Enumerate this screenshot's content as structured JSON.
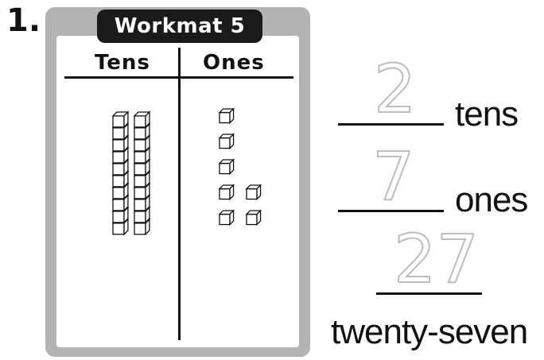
{
  "problem": {
    "number": "1."
  },
  "workmat": {
    "title": "Workmat 5",
    "tens_header": "Tens",
    "ones_header": "Ones",
    "tens_rods": 2,
    "ones_cubes": 7
  },
  "answers": {
    "tens_value": "2",
    "tens_label": "tens",
    "ones_value": "7",
    "ones_label": "ones",
    "total_value": "27",
    "total_word": "twenty-seven"
  }
}
